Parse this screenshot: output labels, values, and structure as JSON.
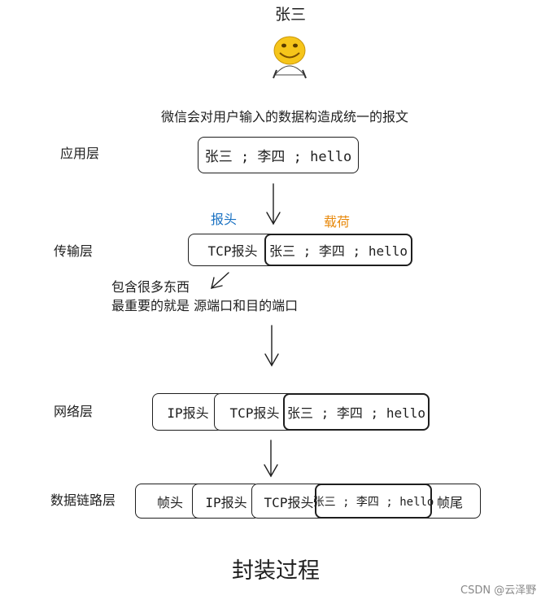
{
  "person": {
    "name": "张三",
    "avatar_icon": "smiling-face-icon"
  },
  "caption": "微信会对用户输入的数据构造成统一的报文",
  "layers": {
    "application": "应用层",
    "transport": "传输层",
    "network": "网络层",
    "datalink": "数据链路层"
  },
  "payload": {
    "message": "张三 ; 李四 ; hello"
  },
  "headers": {
    "tcp": "TCP报头",
    "ip": "IP报头",
    "frame_head": "帧头",
    "frame_tail": "帧尾"
  },
  "annotations": {
    "header_label": "报头",
    "payload_label": "载荷",
    "tcp_note_line1": "包含很多东西",
    "tcp_note_line2": "最重要的就是 源端口和目的端口"
  },
  "title": "封装过程",
  "watermark": "CSDN @云泽野",
  "colors": {
    "header_label": "#1971c2",
    "payload_label": "#e8890c",
    "stroke": "#1e1e1e"
  }
}
